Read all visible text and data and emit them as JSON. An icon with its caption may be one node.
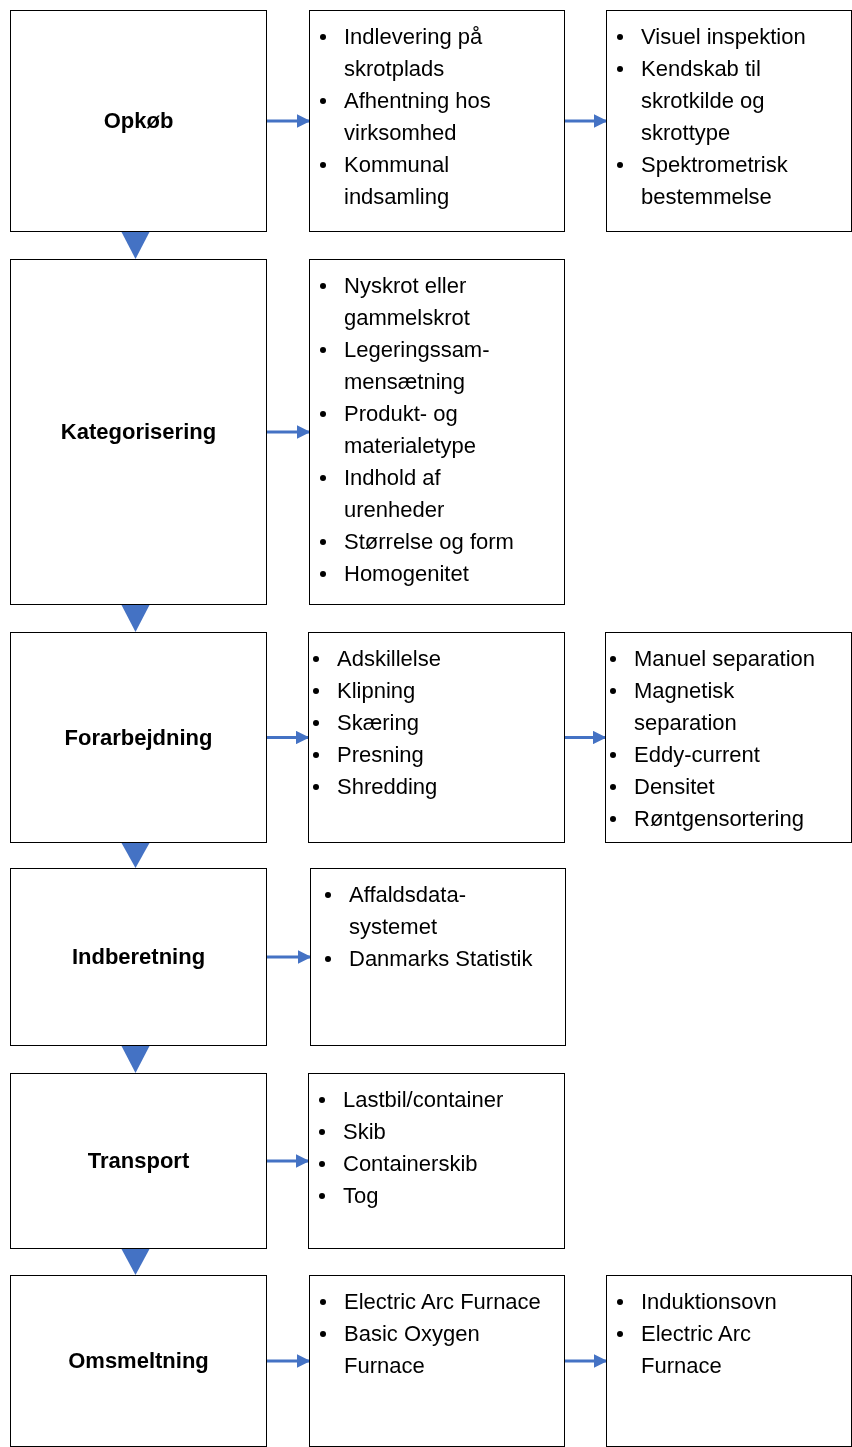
{
  "diagram": {
    "nodes": [
      {
        "text": [
          "Opkøb"
        ]
      },
      {
        "text": [
          "Indlevering på skrotplads",
          "Afhentning hos virksomhed",
          "Kommunal indsamling"
        ]
      },
      {
        "text": [
          "Visuel inspektion",
          "Kendskab til skrotkilde og skrottype",
          "Spektrometrisk bestemmelse"
        ]
      },
      {
        "text": [
          "Kategorisering"
        ]
      },
      {
        "text": [
          "Nyskrot eller gammelskrot",
          "Legeringssam-mensætning",
          "Produkt- og materialetype",
          "Indhold af urenheder",
          "Størrelse og form",
          "Homogenitet"
        ]
      },
      {
        "text": [
          "Forarbejdning"
        ]
      },
      {
        "text": [
          "Adskillelse",
          "Klipning",
          "Skæring",
          "Presning",
          "Shredding"
        ]
      },
      {
        "text": [
          "Manuel separation",
          "Magnetisk separation",
          "Eddy-current",
          "Densitet",
          "Røntgensortering"
        ]
      },
      {
        "text": [
          "Indberetning"
        ]
      },
      {
        "text": [
          "Affaldsdata-systemet",
          "Danmarks Statistik"
        ]
      },
      {
        "text": [
          "Transport"
        ]
      },
      {
        "text": [
          "Lastbil/container",
          "Skib",
          "Containerskib",
          "Tog"
        ]
      },
      {
        "text": [
          "Omsmeltning"
        ]
      },
      {
        "text": [
          "Electric Arc Furnace",
          "Basic Oxygen Furnace"
        ]
      },
      {
        "text": [
          "Induktionsovn",
          "Electric Arc Furnace"
        ]
      }
    ],
    "edges": [
      {
        "from": 0,
        "to": 1,
        "arrow": "to"
      },
      {
        "from": 1,
        "to": 2,
        "arrow": "to"
      },
      {
        "from": 0,
        "to": 3,
        "arrow": "to"
      },
      {
        "from": 3,
        "to": 4,
        "arrow": "to"
      },
      {
        "from": 3,
        "to": 5,
        "arrow": "to"
      },
      {
        "from": 5,
        "to": 6,
        "arrow": "to"
      },
      {
        "from": 6,
        "to": 7,
        "arrow": "to"
      },
      {
        "from": 5,
        "to": 8,
        "arrow": "to"
      },
      {
        "from": 8,
        "to": 9,
        "arrow": "to"
      },
      {
        "from": 8,
        "to": 10,
        "arrow": "to"
      },
      {
        "from": 10,
        "to": 11,
        "arrow": "to"
      },
      {
        "from": 10,
        "to": 12,
        "arrow": "to"
      },
      {
        "from": 12,
        "to": 13,
        "arrow": "to"
      },
      {
        "from": 13,
        "to": 14,
        "arrow": "to"
      }
    ]
  }
}
